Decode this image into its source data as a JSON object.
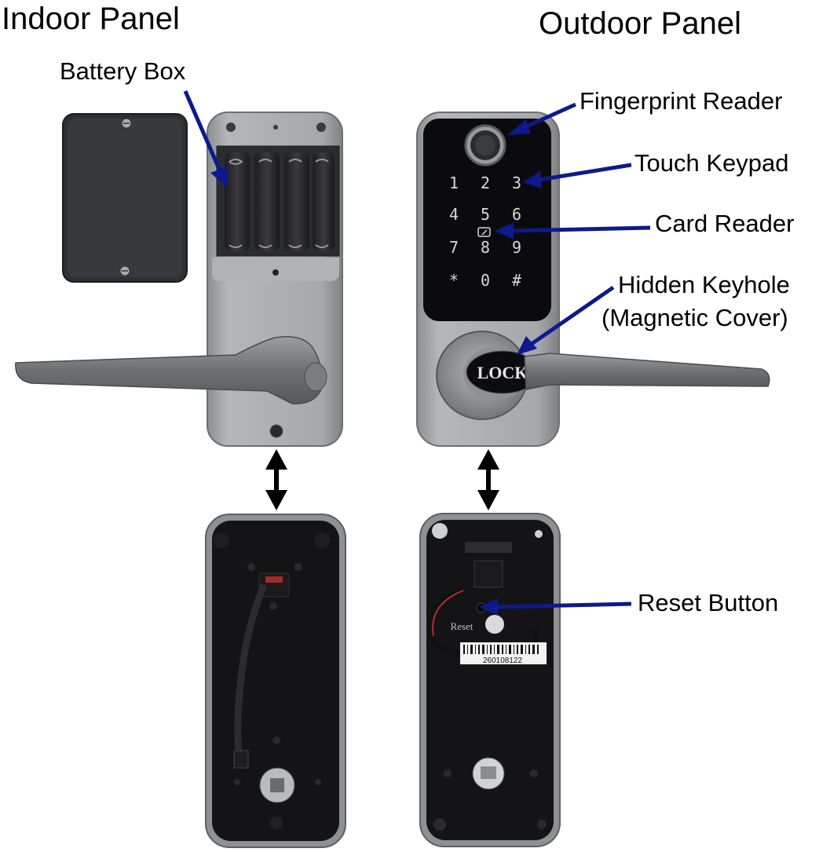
{
  "headings": {
    "indoor": "Indoor Panel",
    "outdoor": "Outdoor Panel"
  },
  "callouts": {
    "battery_box": "Battery Box",
    "fingerprint_reader": "Fingerprint Reader",
    "touch_keypad": "Touch Keypad",
    "card_reader": "Card Reader",
    "hidden_keyhole_line1": "Hidden Keyhole",
    "hidden_keyhole_line2": "(Magnetic Cover)",
    "reset_button": "Reset Button"
  },
  "keypad_keys": [
    "1",
    "2",
    "3",
    "4",
    "5",
    "6",
    "7",
    "8",
    "9",
    "*",
    "0",
    "#"
  ],
  "lock_badge": "LOCK",
  "reset_label": "Reset",
  "barcode_number": "260108122",
  "colors": {
    "arrow_blue": "#0d1a8c",
    "panel_silver": "#a9abae",
    "panel_dark": "#141416",
    "keypad_glyph": "#d8d8d8"
  },
  "icons": {
    "double_arrow": "double-headed-vertical-arrow",
    "card": "card-reader-icon"
  }
}
